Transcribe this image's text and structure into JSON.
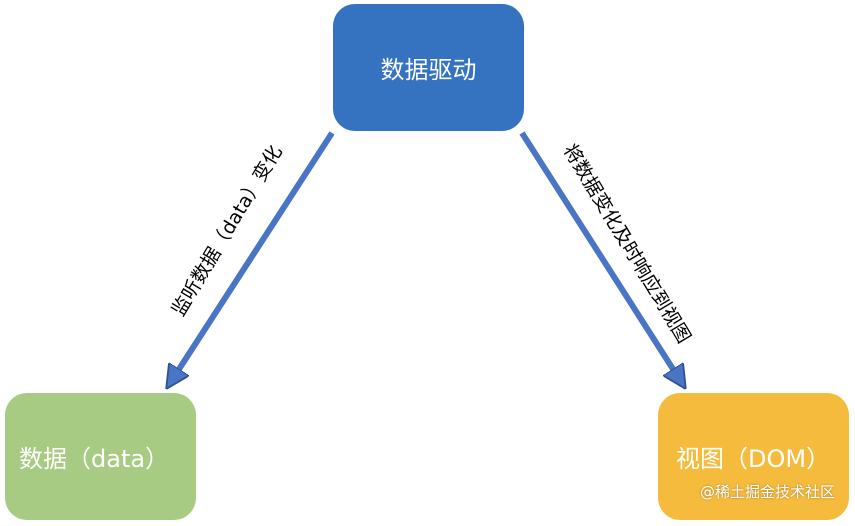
{
  "nodes": {
    "top": "数据驱动",
    "left": "数据（data）",
    "right": "视图（DOM）"
  },
  "edges": {
    "left": "监听数据（data）变化",
    "right": "将数据变化及时响应到视图"
  },
  "watermark": "@稀土掘金技术社区",
  "colors": {
    "top_box": "#3572bf",
    "left_box": "#a8cb84",
    "right_box": "#f5bb3d",
    "arrow_fill": "#4a74c4",
    "arrow_stroke": "#2f528f"
  }
}
